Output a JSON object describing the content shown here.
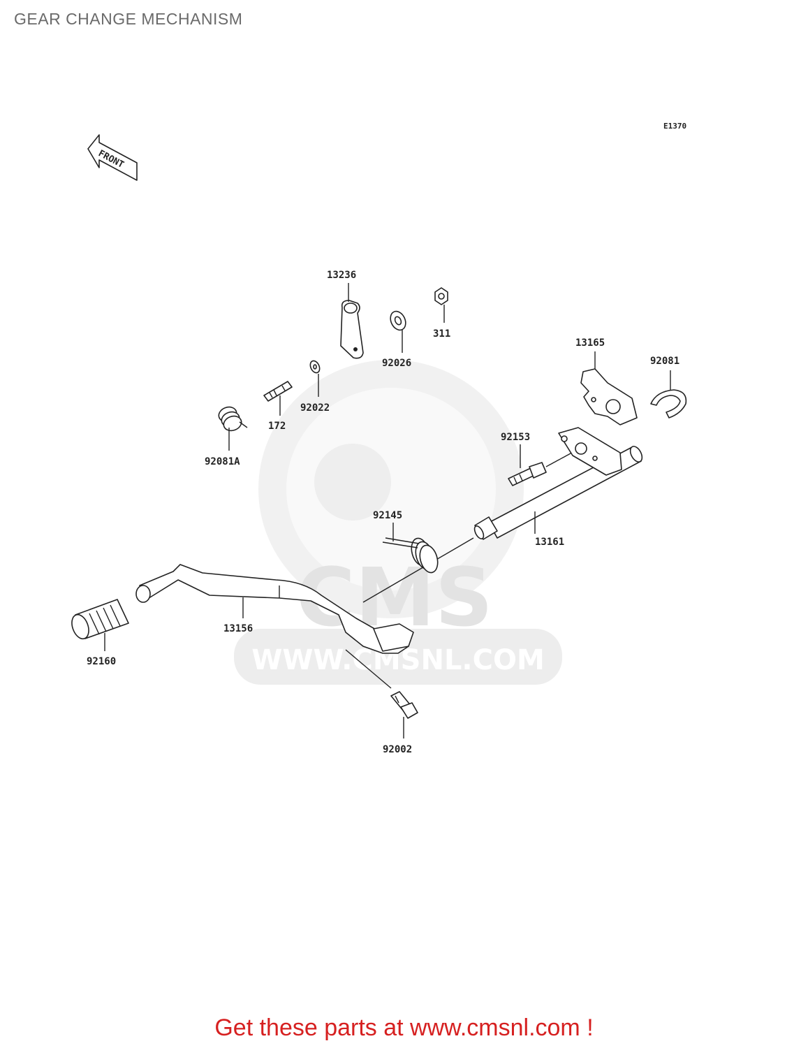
{
  "title": "GEAR CHANGE MECHANISM",
  "diagram_ref": "E1370",
  "front_label": "FRONT",
  "watermark": {
    "logo_text": "CMS",
    "url_text": "WWW.CMSNL.COM"
  },
  "parts": [
    {
      "number": "13236"
    },
    {
      "number": "311"
    },
    {
      "number": "92026"
    },
    {
      "number": "13165"
    },
    {
      "number": "92081"
    },
    {
      "number": "92022"
    },
    {
      "number": "172"
    },
    {
      "number": "92081A"
    },
    {
      "number": "92153"
    },
    {
      "number": "92145"
    },
    {
      "number": "13161"
    },
    {
      "number": "13156"
    },
    {
      "number": "92160"
    },
    {
      "number": "92002"
    }
  ],
  "footer": "Get these parts at www.cmsnl.com !"
}
